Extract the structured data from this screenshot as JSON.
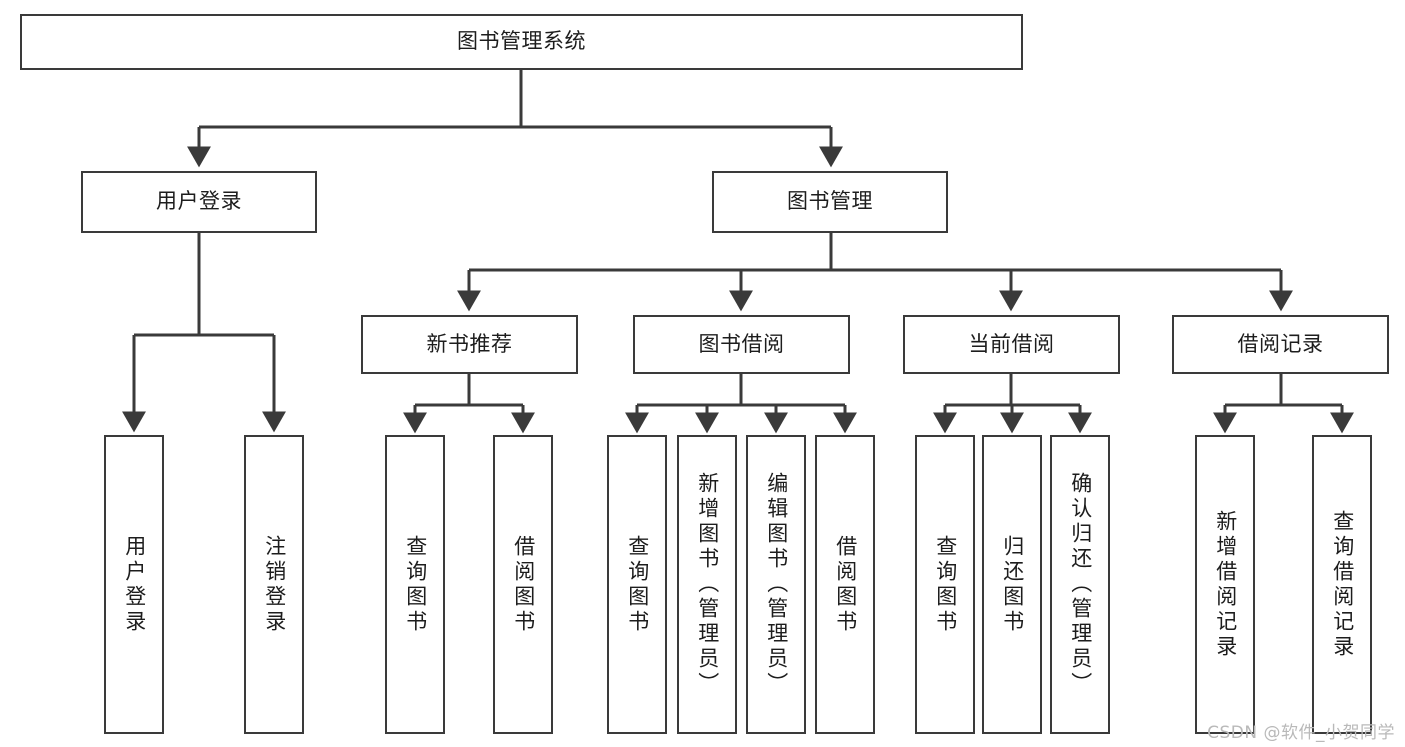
{
  "diagram": {
    "type": "tree-hierarchy",
    "title": "图书管理系统",
    "watermark": "CSDN @软件_小贺同学",
    "colors": {
      "stroke": "#3a3a3a",
      "fill": "#ffffff",
      "text": "#1d1d1d",
      "watermark": "#b9b9b9"
    },
    "levels": [
      {
        "level": 1,
        "nodes": [
          {
            "id": "root",
            "label": "图书管理系统",
            "orientation": "horizontal"
          }
        ]
      },
      {
        "level": 2,
        "nodes": [
          {
            "id": "login",
            "label": "用户登录",
            "orientation": "horizontal",
            "parent": "root"
          },
          {
            "id": "bookmgmt",
            "label": "图书管理",
            "orientation": "horizontal",
            "parent": "root"
          }
        ]
      },
      {
        "level": 3,
        "nodes": [
          {
            "id": "newbook",
            "label": "新书推荐",
            "orientation": "horizontal",
            "parent": "bookmgmt"
          },
          {
            "id": "borrow",
            "label": "图书借阅",
            "orientation": "horizontal",
            "parent": "bookmgmt"
          },
          {
            "id": "current",
            "label": "当前借阅",
            "orientation": "horizontal",
            "parent": "bookmgmt"
          },
          {
            "id": "records",
            "label": "借阅记录",
            "orientation": "horizontal",
            "parent": "bookmgmt"
          }
        ]
      },
      {
        "level": 4,
        "nodes": [
          {
            "id": "leaf-1",
            "label": "用户登录",
            "orientation": "vertical",
            "parent": "login"
          },
          {
            "id": "leaf-2",
            "label": "注销登录",
            "orientation": "vertical",
            "parent": "login"
          },
          {
            "id": "leaf-3",
            "label": "查询图书",
            "orientation": "vertical",
            "parent": "newbook"
          },
          {
            "id": "leaf-4",
            "label": "借阅图书",
            "orientation": "vertical",
            "parent": "newbook"
          },
          {
            "id": "leaf-5",
            "label": "查询图书",
            "orientation": "vertical",
            "parent": "borrow"
          },
          {
            "id": "leaf-6",
            "label": "新增图书（管理员）",
            "orientation": "vertical",
            "parent": "borrow"
          },
          {
            "id": "leaf-7",
            "label": "编辑图书（管理员）",
            "orientation": "vertical",
            "parent": "borrow"
          },
          {
            "id": "leaf-8",
            "label": "借阅图书",
            "orientation": "vertical",
            "parent": "borrow"
          },
          {
            "id": "leaf-9",
            "label": "查询图书",
            "orientation": "vertical",
            "parent": "current"
          },
          {
            "id": "leaf-10",
            "label": "归还图书",
            "orientation": "vertical",
            "parent": "current"
          },
          {
            "id": "leaf-11",
            "label": "确认归还（管理员）",
            "orientation": "vertical",
            "parent": "current"
          },
          {
            "id": "leaf-12",
            "label": "新增借阅记录",
            "orientation": "vertical",
            "parent": "records"
          },
          {
            "id": "leaf-13",
            "label": "查询借阅记录",
            "orientation": "vertical",
            "parent": "records"
          }
        ]
      }
    ]
  }
}
